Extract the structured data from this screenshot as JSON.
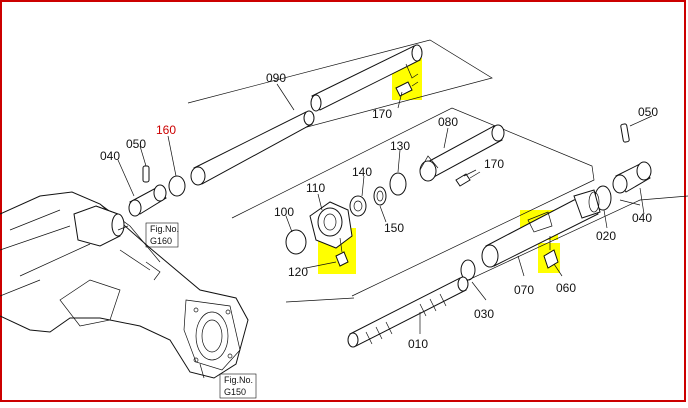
{
  "colors": {
    "border": "#cc0000",
    "highlight": "#ffff00",
    "line": "#111111"
  },
  "labels": {
    "p090": "090",
    "p170a": "170",
    "p080": "080",
    "p170b": "170",
    "p130": "130",
    "p140": "140",
    "p110": "110",
    "p150": "150",
    "p100": "100",
    "p120": "120",
    "p160": "160",
    "p050a": "050",
    "p040a": "040",
    "p050b": "050",
    "p040b": "040",
    "p020": "020",
    "p060": "060",
    "p070": "070",
    "p030": "030",
    "p010": "010"
  },
  "figrefs": {
    "g160_line1": "Fig.No.",
    "g160_line2": "G160",
    "g150_line1": "Fig.No.",
    "g150_line2": "G150"
  }
}
